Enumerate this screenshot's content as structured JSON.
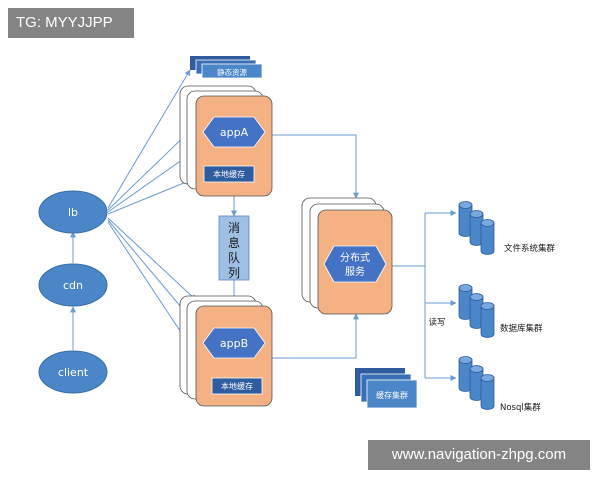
{
  "watermarks": {
    "top_left": "TG: MYYJJPP",
    "bottom_right": "www.navigation-zhpg.com"
  },
  "nodes": {
    "client": "client",
    "cdn": "cdn",
    "lb": "lb",
    "static": "静态资源",
    "appA": "appA",
    "appA_cache": "本地缓存",
    "appB": "appB",
    "appB_cache": "本地缓存",
    "mq_chars": [
      "消",
      "息",
      "队",
      "列"
    ],
    "dist_line1": "分布式",
    "dist_line2": "服务",
    "cache_cluster": "缓存集群",
    "rw": "读写",
    "fs_cluster": "文件系统集群",
    "db_cluster": "数据库集群",
    "nosql_cluster": "Nosql集群"
  },
  "colors": {
    "ellipse": "#4a86c8",
    "app_orange": "#f4b183",
    "hexagon": "#4472c4",
    "box_dark": "#2e5c9e",
    "mq_fill": "#9fbfe4",
    "line": "#6a9bd1",
    "cylinder": "#4a86c8"
  }
}
